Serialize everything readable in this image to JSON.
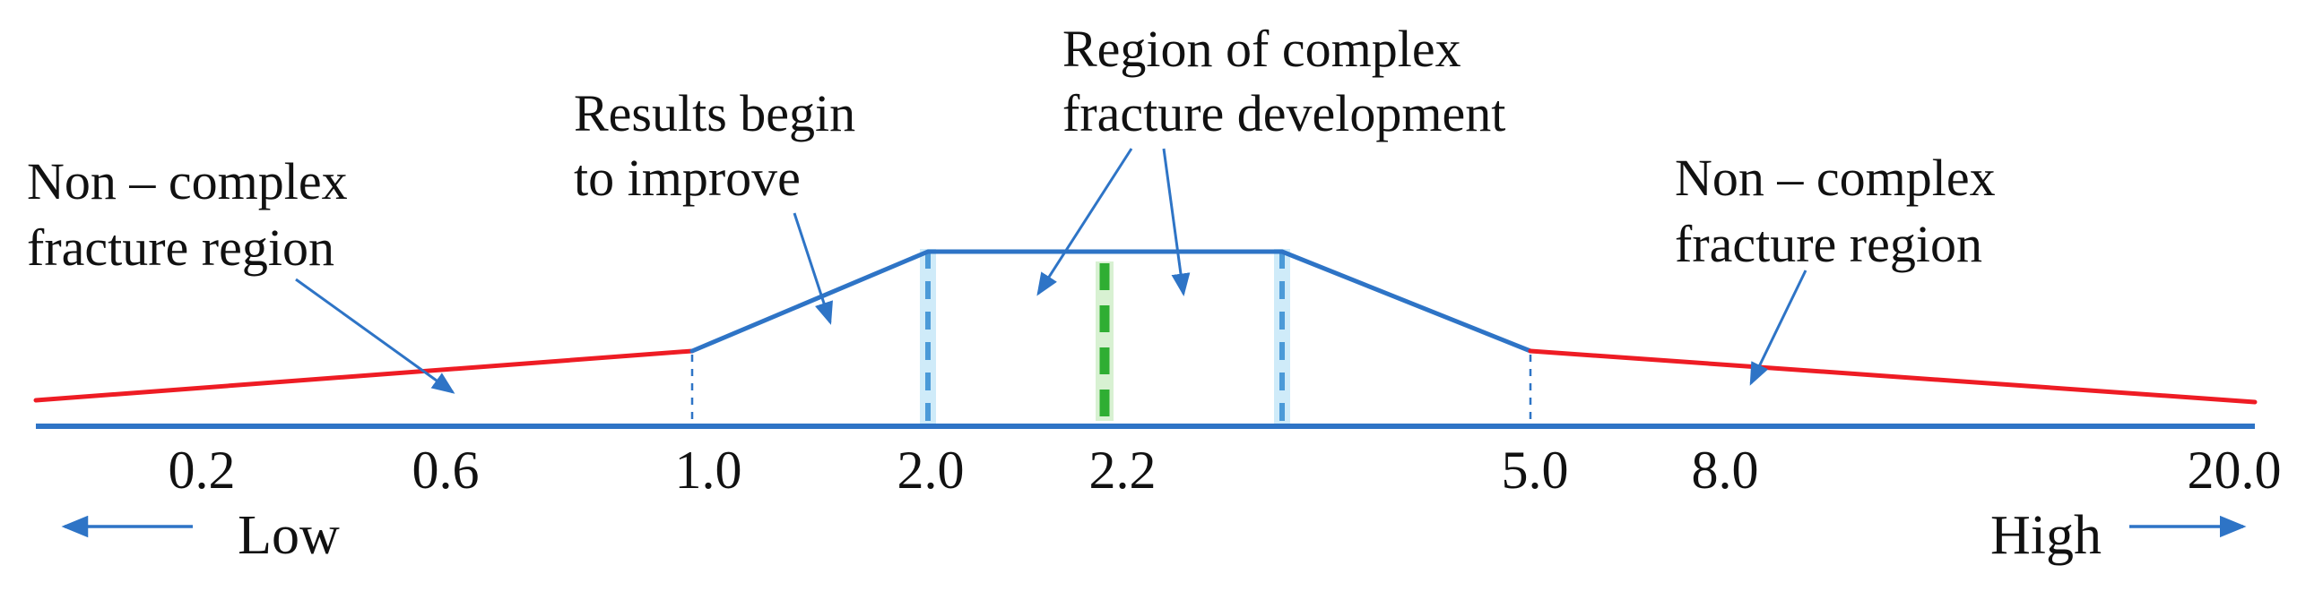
{
  "figure": {
    "annotations": {
      "left_region": [
        "Non – complex",
        "fracture region"
      ],
      "results_improve": [
        "Results begin",
        "to improve"
      ],
      "complex_region": [
        "Region of complex",
        "fracture development"
      ],
      "right_region": [
        "Non – complex",
        "fracture region"
      ]
    },
    "axis": {
      "ticks": [
        "0.2",
        "0.6",
        "1.0",
        "2.0",
        "2.2",
        "5.0",
        "8.0",
        "20.0"
      ],
      "low_label": "Low",
      "high_label": "High"
    },
    "colors": {
      "line_blue": "#2e74c6",
      "line_red": "#ee1c24",
      "green_dash": "#2fae33",
      "green_glow": "#b9e6ae",
      "cyan_dash": "#4b9ad8",
      "cyan_glow": "#a8dcf5",
      "text": "#111111"
    }
  }
}
